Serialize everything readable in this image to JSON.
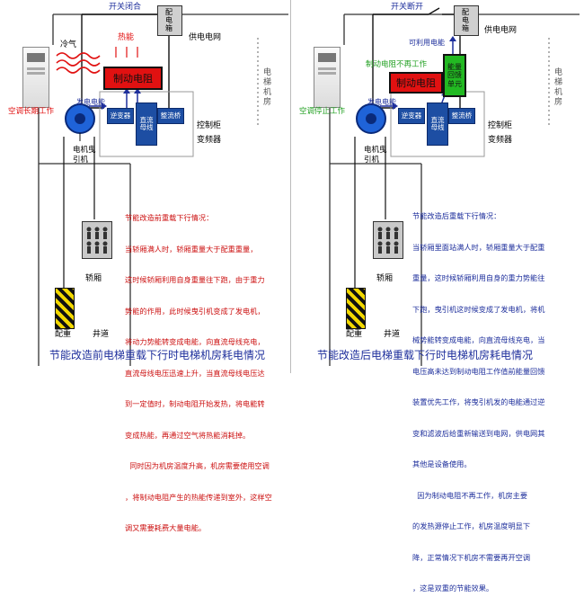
{
  "colors": {
    "accent_blue": "#1e2f9c",
    "heat_red": "#e11111",
    "feedback_green": "#22b922",
    "module_blue": "#1d4ea3"
  },
  "left": {
    "switch_label": "开关闭合",
    "distribution_box": "配电箱",
    "grid_label": "供电电网",
    "cold_air": "冷气",
    "heat_label": "热能",
    "brake_resistor": "制动电阻",
    "machine_room": "电梯机房",
    "ac_status": "空调长期工作",
    "generation_label": "发电电能",
    "inverter": "逆变器",
    "dc_bus": "直流母线",
    "rectifier": "整流桥",
    "control_cabinet": "控制柜",
    "frequency_converter": "变频器",
    "traction_machine": "电机曳引机",
    "car_label": "轿厢",
    "counterweight": "配重",
    "shaft": "井道",
    "description": [
      "节能改造前重载下行情况：",
      "当轿厢满人时，轿厢重量大于配重重量，",
      "这时候轿厢利用自身重量往下跑，由于重力",
      "势能的作用，此时候曳引机变成了发电机，",
      "将动力势能转变成电能，向直流母线充电，",
      "直流母线电压迅速上升，当直流母线电压达",
      "到一定值时，制动电阻开始发热，将电能转",
      "变成热能，再通过空气将热能消耗掉。",
      "  同时因为机房温度升高，机房需要使用空调",
      "，将制动电阻产生的热能传递到室外，这样空",
      "调又需要耗费大量电能。"
    ],
    "caption": "节能改造前电梯重载下行时电梯机房耗电情况"
  },
  "right": {
    "switch_label": "开关断开",
    "distribution_box": "配电箱",
    "grid_label": "供电电网",
    "usable_power": "可利用电能",
    "brake_inactive": "制动电阻不再工作",
    "brake_resistor": "制动电阻",
    "feedback_unit": "能量回馈单元",
    "machine_room": "电梯机房",
    "ac_status": "空调停止工作",
    "generation_label": "发电电能",
    "inverter": "逆变器",
    "dc_bus": "直流母线",
    "rectifier": "整流桥",
    "control_cabinet": "控制柜",
    "frequency_converter": "变频器",
    "traction_machine": "电机曳引机",
    "car_label": "轿厢",
    "counterweight": "配重",
    "shaft": "井道",
    "description": [
      "节能改造后重载下行情况：",
      "当轿厢里面站满人时，轿厢重量大于配重",
      "重量，这时候轿厢利用自身的重力势能往",
      "下跑，曳引机这时候变成了发电机，将机",
      "械势能转变成电能，向直流母线充电，当",
      "电压高未达到制动电阻工作值前能量回馈",
      "装置优先工作，将曳引机发的电能通过逆",
      "变和滤波后给重新输送到电网，供电网其",
      "其他是设备使用。",
      "  因为制动电阻不再工作，机房主要",
      "的发热源停止工作，机房温度明显下",
      "降，正常情况下机房不需要再开空调",
      "，这是双重的节能效果。"
    ],
    "caption": "节能改造后电梯重载下行时电梯机房耗电情况"
  }
}
